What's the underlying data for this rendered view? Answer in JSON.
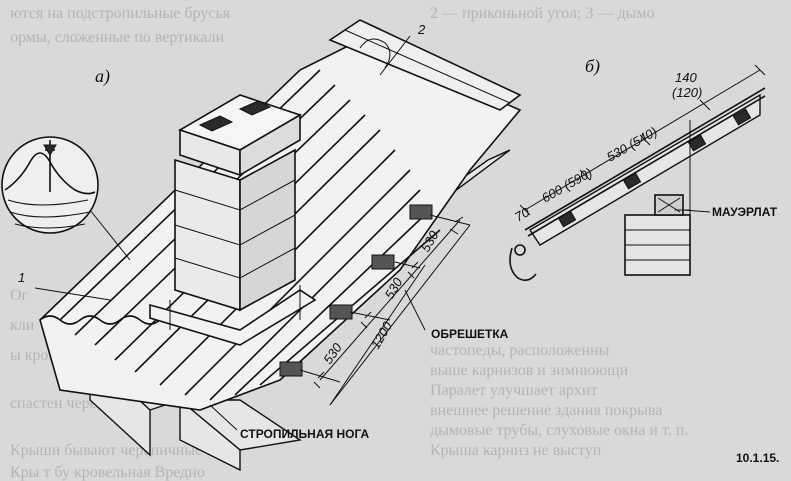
{
  "figure": {
    "panel_a_label": "а)",
    "panel_b_label": "б)",
    "figure_number": "10.1.15.",
    "callouts": {
      "item_1": "1",
      "item_2": "2",
      "battens": "ОБРЕШЕТКА",
      "rafter": "СТРОПИЛЬНАЯ НОГА",
      "wall_plate": "МАУЭРЛАТ"
    },
    "dimensions_a": {
      "d1": "530",
      "d2": "530",
      "d3": "530",
      "d4": "1200"
    },
    "dimensions_b": {
      "d1": "70",
      "d2": "600 (590)",
      "d3": "530 (540)",
      "d4": "140",
      "d5": "(120)"
    }
  },
  "background_text": {
    "left_lines": [
      "ются на подстропильные брусья",
      "ормы, сложенные по вертикали",
      "Ог",
      "кли",
      "ы кров",
      "спастен черепи",
      "Крыши бывают черепичные",
      "Кры т  бу  кровельная  Вредно"
    ],
    "right_lines": [
      "2 — приконьной угол; 3 — дымо",
      "частопеды, расположенны",
      "выше карнизов и зимнюющи",
      "Паралет улучшает архит",
      "внешнее решение здания покрыва",
      "дымовые трубы, слуховые окна и т. п.",
      "Крыша карниз не выступ"
    ]
  }
}
